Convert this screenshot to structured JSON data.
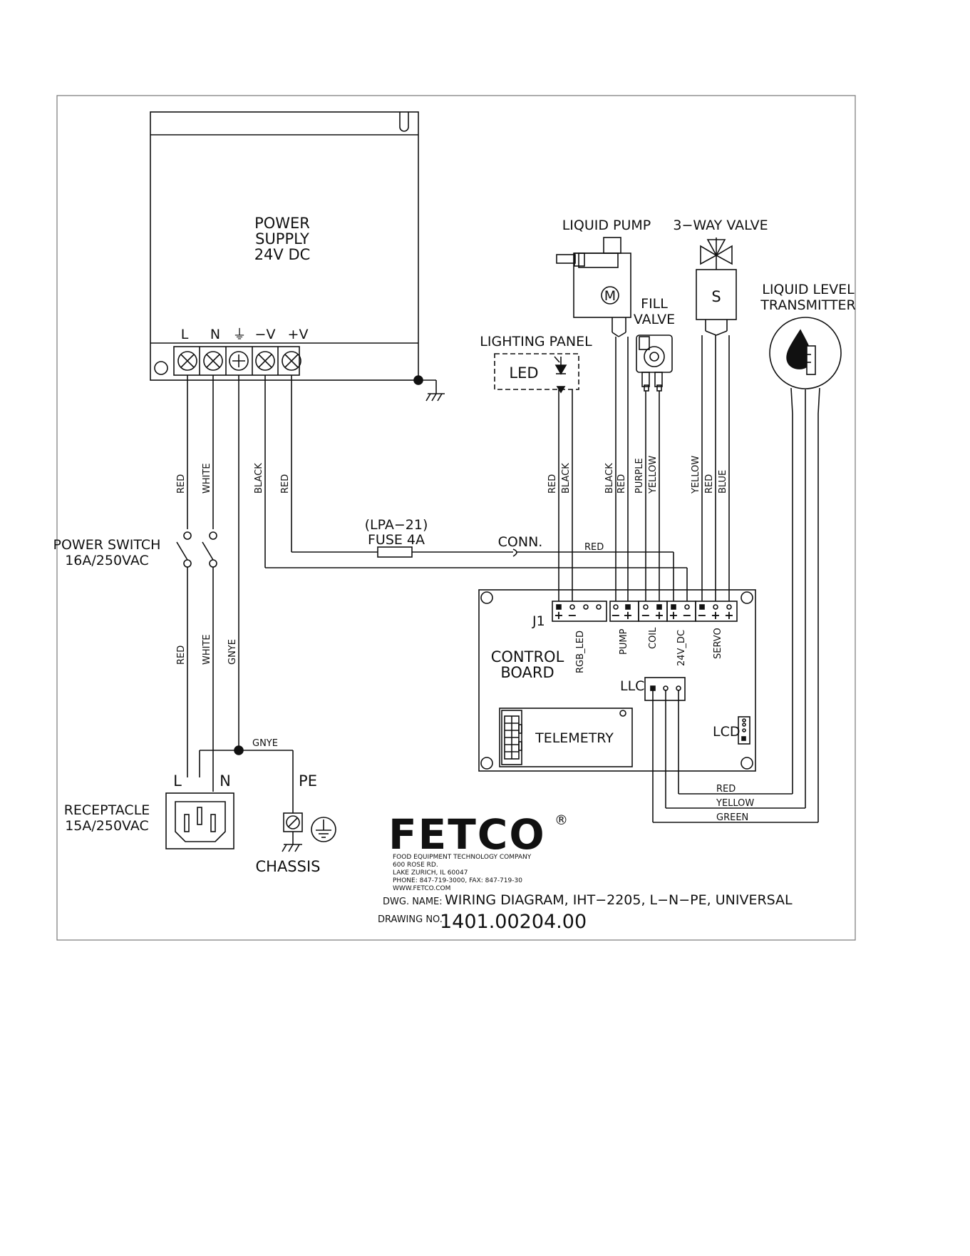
{
  "power_supply": {
    "title_lines": [
      "POWER",
      "SUPPLY",
      "24V DC"
    ],
    "terminals": [
      "L",
      "N",
      "⏚",
      "−V",
      "+V"
    ]
  },
  "wire_labels": {
    "ps_l": "RED",
    "ps_n": "WHITE",
    "ps_neg": "BLACK",
    "ps_pos": "RED",
    "sw_l": "RED",
    "sw_n": "WHITE",
    "ground": "GNYE",
    "ground_horiz": "GNYE",
    "led_pos": "RED",
    "led_neg": "BLACK",
    "pump_1": "BLACK",
    "pump_2": "RED",
    "valve_1": "PURPLE",
    "valve_2": "YELLOW",
    "servo_1": "YELLOW",
    "servo_2": "RED",
    "servo_3": "BLUE",
    "fuse_out": "RED",
    "llc_red": "RED",
    "llc_yellow": "YELLOW",
    "llc_green": "GREEN"
  },
  "power_switch": {
    "lines": [
      "POWER SWITCH",
      "16A/250VAC"
    ]
  },
  "receptacle": {
    "lines": [
      "RECEPTACLE",
      "15A/250VAC"
    ],
    "l": "L",
    "n": "N",
    "pe": "PE"
  },
  "chassis": {
    "label": "CHASSIS"
  },
  "fuse": {
    "lines": [
      "(LPA−21)",
      "FUSE 4A"
    ]
  },
  "conn": {
    "label": "CONN."
  },
  "liquid_pump": {
    "label": "LIQUID PUMP",
    "motor": "M"
  },
  "three_way_valve": {
    "label": "3−WAY VALVE",
    "solenoid": "S"
  },
  "fill_valve": {
    "lines": [
      "FILL",
      "VALVE"
    ]
  },
  "lighting_panel": {
    "label": "LIGHTING PANEL",
    "led": "LED"
  },
  "level_transmitter": {
    "lines": [
      "LIQUID LEVEL",
      "TRANSMITTER"
    ]
  },
  "control_board": {
    "title_lines": [
      "CONTROL",
      "BOARD"
    ],
    "j1": "J1",
    "headers": [
      "RGB_LED",
      "PUMP",
      "COIL",
      "24V_DC",
      "SERVO"
    ],
    "llc": "LLC",
    "lcd": "LCD",
    "telemetry": "TELEMETRY",
    "polarity": {
      "rgb": [
        "+",
        "−"
      ],
      "pump": [
        "−",
        "+"
      ],
      "coil": [
        "−",
        "+"
      ],
      "dc": [
        "+",
        "−"
      ],
      "servo": [
        "−",
        "+",
        "+"
      ]
    }
  },
  "title_block": {
    "logo": "FETCO",
    "reg": "®",
    "company_lines": [
      "FOOD EQUIPMENT TECHNOLOGY COMPANY",
      "600 ROSE RD.",
      "LAKE ZURICH, IL 60047",
      "PHONE: 847-719-3000, FAX: 847-719-30",
      "WWW.FETCO.COM"
    ],
    "dwg_name_label": "DWG. NAME:",
    "dwg_name": "WIRING DIAGRAM, IHT−2205, L−N−PE, UNIVERSAL",
    "drawing_no_label": "DRAWING NO.",
    "drawing_no": "1401.00204.00"
  }
}
